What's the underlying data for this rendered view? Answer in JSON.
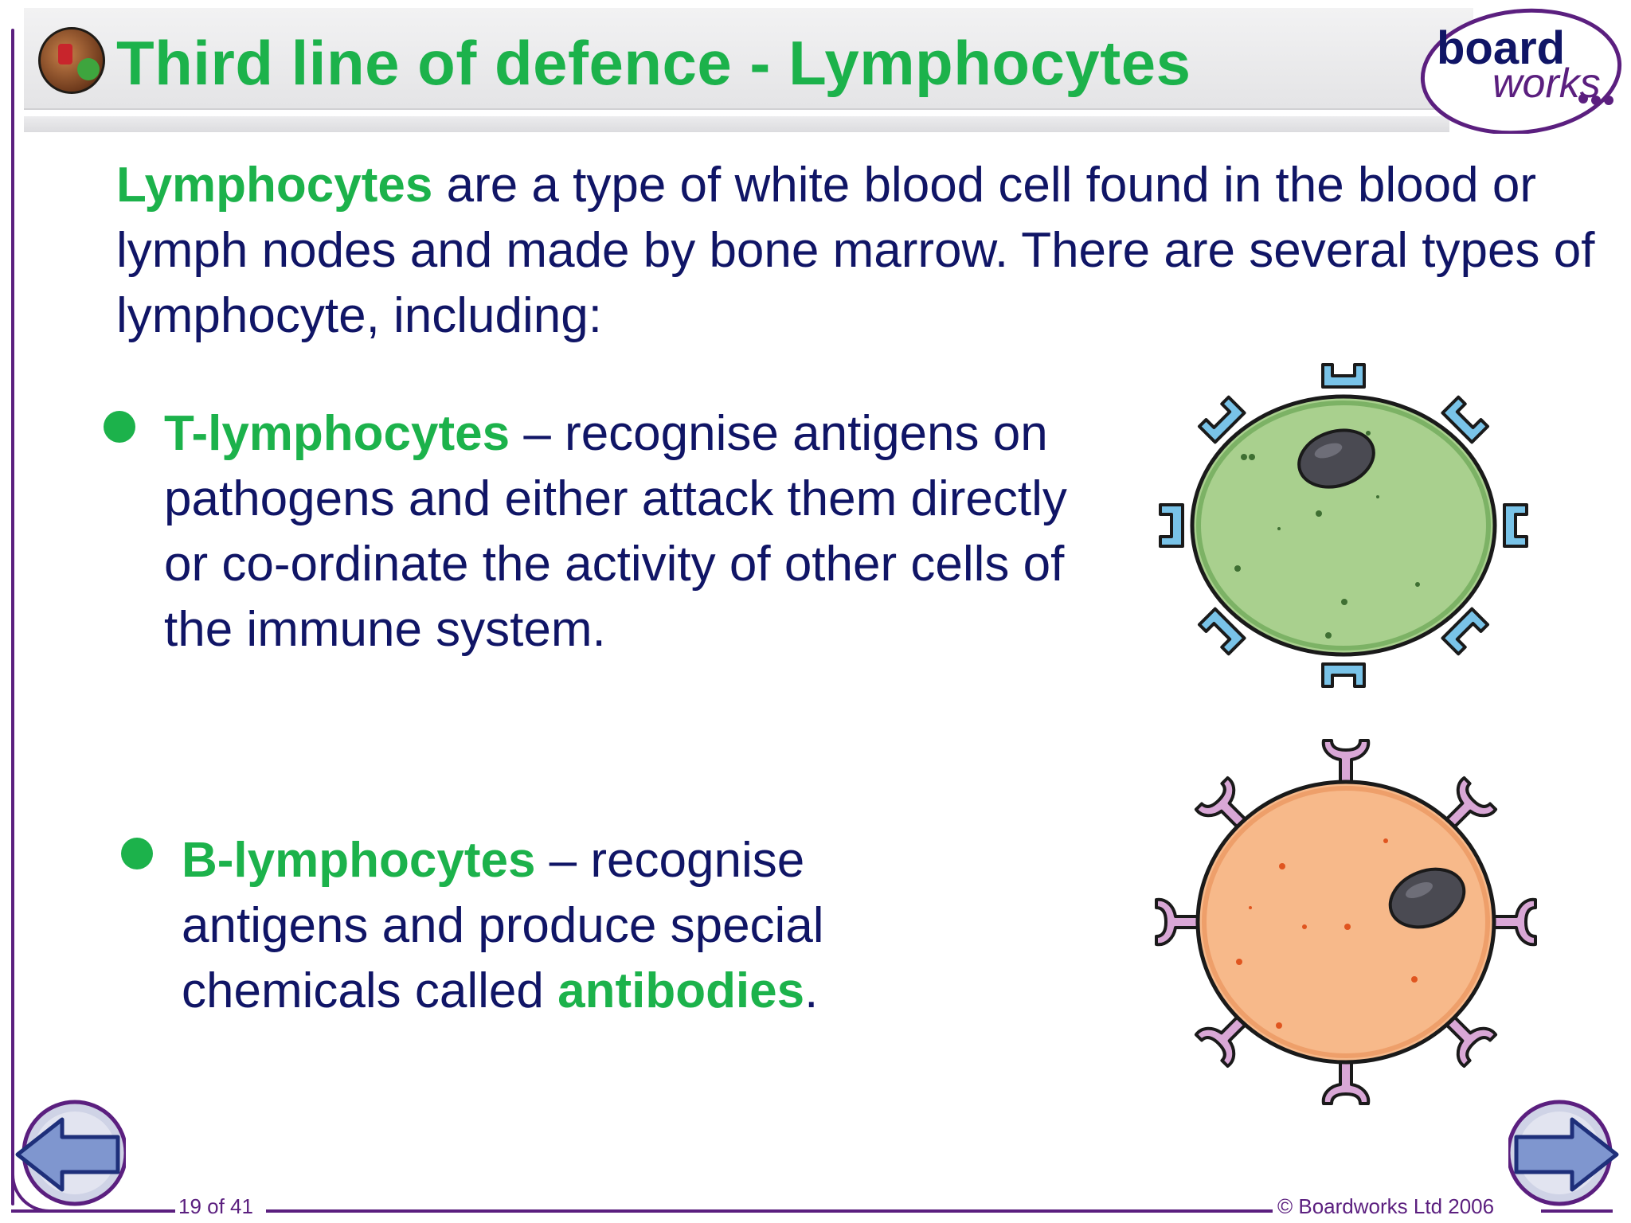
{
  "header": {
    "title": "Third line of defence - Lymphocytes",
    "logo_text_top": "board",
    "logo_text_bottom": "works",
    "icon": "topic-emblem-icon"
  },
  "intro": {
    "highlight": "Lymphocytes",
    "text": " are a type of white blood cell found in the blood or lymph nodes and made by bone marrow. There are several types of lymphocyte, including:"
  },
  "bullets": [
    {
      "term": "T-lymphocytes",
      "text": " – recognise antigens on pathogens and either attack them directly or co-ordinate the activity of other cells of the immune system."
    },
    {
      "term": "B-lymphocytes",
      "text": " – recognise antigens and produce special chemicals called ",
      "term2": "antibodies",
      "text2": "."
    }
  ],
  "footer": {
    "page": "19 of 41",
    "copyright": "© Boardworks Ltd 2006"
  },
  "nav": {
    "prev_icon": "arrow-left-icon",
    "next_icon": "arrow-right-icon"
  },
  "colors": {
    "accent_green": "#1cb24b",
    "text_navy": "#101566",
    "frame_purple": "#5b1f7f",
    "t_cell_fill": "#a9d08e",
    "t_cell_receptor": "#79c3e8",
    "b_cell_fill": "#f7b98a",
    "b_cell_antibody": "#d9a7d6"
  }
}
